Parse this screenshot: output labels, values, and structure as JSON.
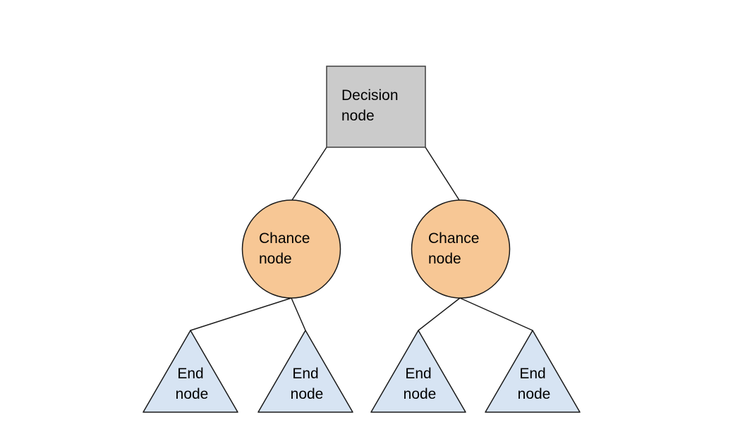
{
  "diagram": {
    "type": "decision-tree",
    "background": "#ffffff",
    "edge_color": "#1a1a1a",
    "text_color": "#000000",
    "nodes": {
      "decision": {
        "id": "decision",
        "kind": "decision",
        "shape": "square",
        "line1": "Decision",
        "line2": "node",
        "fill": "#cbcbcb",
        "stroke": "#3f3f3f"
      },
      "chance_left": {
        "id": "chance_left",
        "kind": "chance",
        "shape": "circle",
        "line1": "Chance",
        "line2": "node",
        "fill": "#f7c795",
        "stroke": "#1a1a1a"
      },
      "chance_right": {
        "id": "chance_right",
        "kind": "chance",
        "shape": "circle",
        "line1": "Chance",
        "line2": "node",
        "fill": "#f7c795",
        "stroke": "#1a1a1a"
      },
      "end_1": {
        "id": "end_1",
        "kind": "end",
        "shape": "triangle",
        "line1": "End",
        "line2": "node",
        "fill": "#d7e4f3",
        "stroke": "#1a1a1a"
      },
      "end_2": {
        "id": "end_2",
        "kind": "end",
        "shape": "triangle",
        "line1": "End",
        "line2": "node",
        "fill": "#d7e4f3",
        "stroke": "#1a1a1a"
      },
      "end_3": {
        "id": "end_3",
        "kind": "end",
        "shape": "triangle",
        "line1": "End",
        "line2": "node",
        "fill": "#d7e4f3",
        "stroke": "#1a1a1a"
      },
      "end_4": {
        "id": "end_4",
        "kind": "end",
        "shape": "triangle",
        "line1": "End",
        "line2": "node",
        "fill": "#d7e4f3",
        "stroke": "#1a1a1a"
      }
    },
    "edges": [
      {
        "from": "decision",
        "to": "chance_left"
      },
      {
        "from": "decision",
        "to": "chance_right"
      },
      {
        "from": "chance_left",
        "to": "end_1"
      },
      {
        "from": "chance_left",
        "to": "end_2"
      },
      {
        "from": "chance_right",
        "to": "end_3"
      },
      {
        "from": "chance_right",
        "to": "end_4"
      }
    ]
  }
}
